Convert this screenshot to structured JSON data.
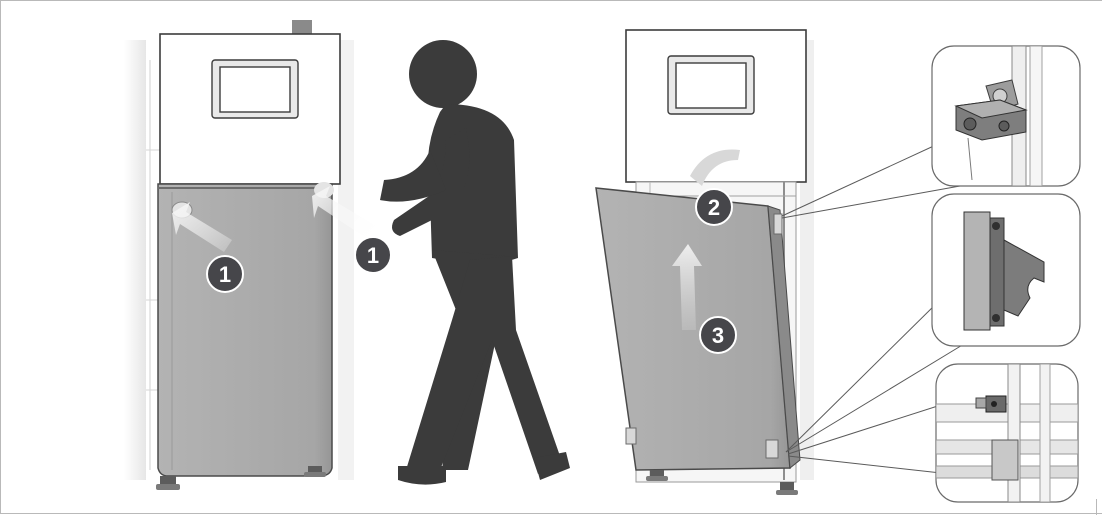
{
  "figure": {
    "steps": [
      {
        "id": "step-1-left",
        "label": "1"
      },
      {
        "id": "step-1-person",
        "label": "1"
      },
      {
        "id": "step-2",
        "label": "2"
      },
      {
        "id": "step-3",
        "label": "3"
      }
    ],
    "colors": {
      "panel": "#a9a9a9",
      "person": "#3a3a3a",
      "badge": "#46464a",
      "arrow": "#e8e8e8",
      "line": "#606060"
    }
  }
}
